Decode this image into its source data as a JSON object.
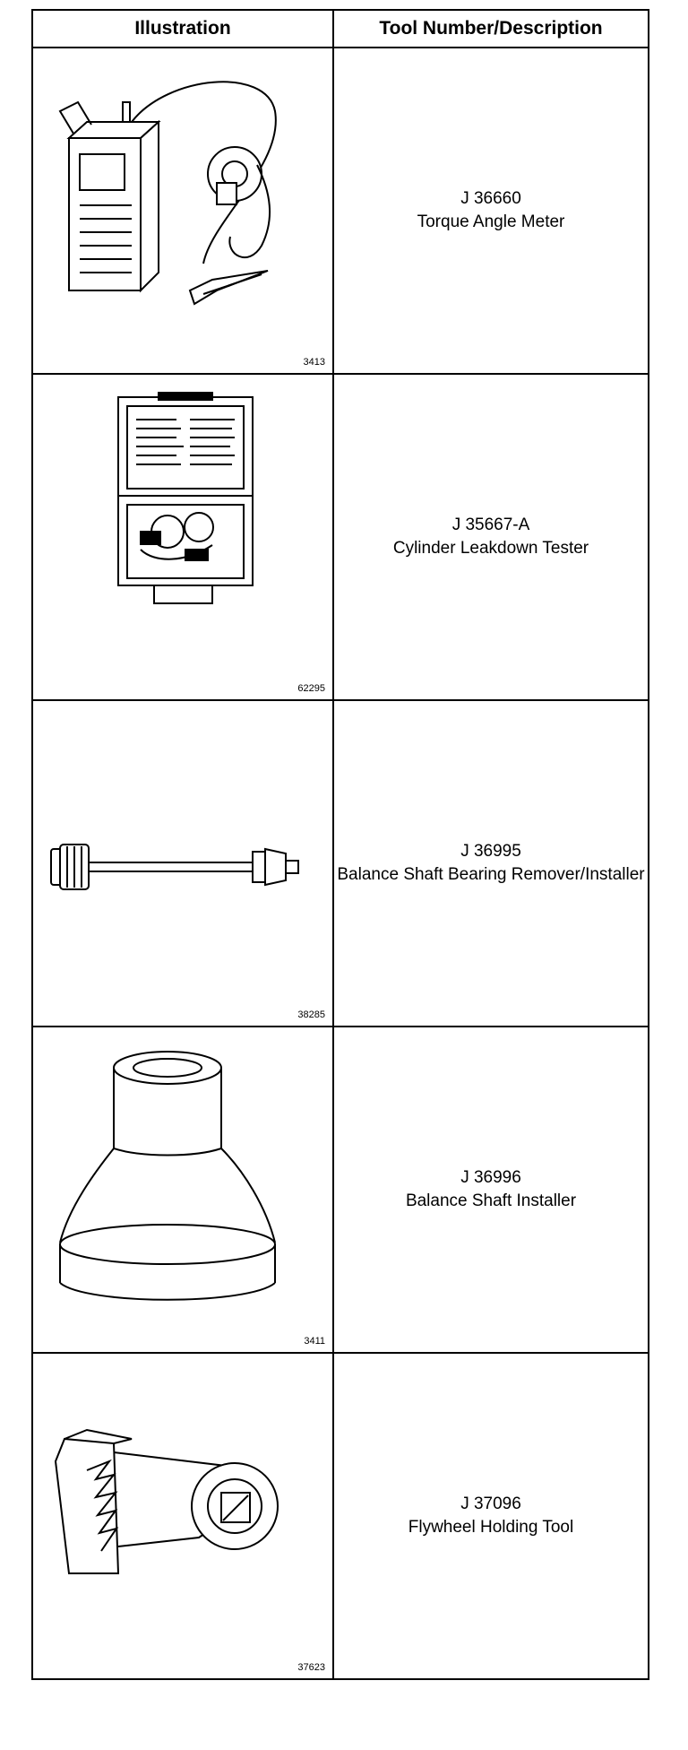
{
  "header": {
    "illustration": "Illustration",
    "tool": "Tool Number/Description"
  },
  "tools": [
    {
      "number": "J 36660",
      "description": "Torque Angle Meter",
      "figure": "3413",
      "icon": "torque-angle-meter-icon"
    },
    {
      "number": "J 35667-A",
      "description": "Cylinder Leakdown Tester",
      "figure": "62295",
      "icon": "leakdown-tester-case-icon"
    },
    {
      "number": "J 36995",
      "description": "Balance Shaft Bearing Remover/Installer",
      "figure": "38285",
      "icon": "bearing-remover-rod-icon"
    },
    {
      "number": "J 36996",
      "description": "Balance Shaft Installer",
      "figure": "3411",
      "icon": "balance-shaft-installer-icon"
    },
    {
      "number": "J 37096",
      "description": "Flywheel Holding Tool",
      "figure": "37623",
      "icon": "flywheel-holding-tool-icon"
    }
  ]
}
